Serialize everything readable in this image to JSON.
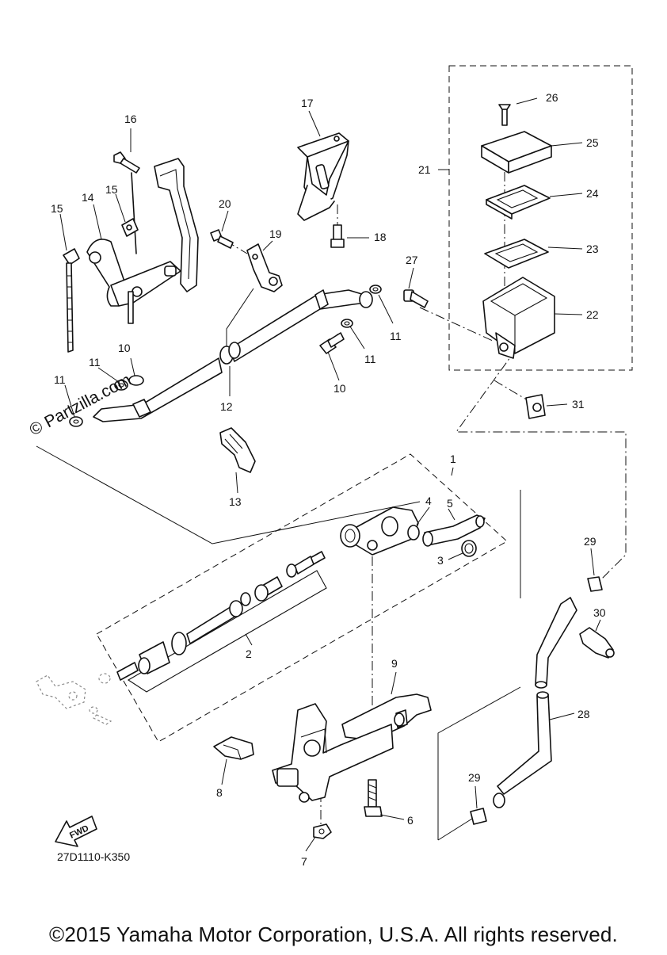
{
  "watermark": "© Partzilla.com",
  "fwd_label": "FWD",
  "diagram_code": "27D1110-K350",
  "copyright": "©2015 Yamaha Motor Corporation, U.S.A. All rights reserved.",
  "callouts": {
    "c1": "1",
    "c2": "2",
    "c3": "3",
    "c4": "4",
    "c5": "5",
    "c6": "6",
    "c7": "7",
    "c8": "8",
    "c9": "9",
    "c10a": "10",
    "c10b": "10",
    "c11a": "11",
    "c11b": "11",
    "c11c": "11",
    "c11d": "11",
    "c12": "12",
    "c13": "13",
    "c14": "14",
    "c15a": "15",
    "c15b": "15",
    "c16": "16",
    "c17": "17",
    "c18": "18",
    "c19": "19",
    "c20": "20",
    "c21": "21",
    "c22": "22",
    "c23": "23",
    "c24": "24",
    "c25": "25",
    "c26": "26",
    "c27": "27",
    "c28": "28",
    "c29a": "29",
    "c29b": "29",
    "c30": "30",
    "c31": "31"
  }
}
